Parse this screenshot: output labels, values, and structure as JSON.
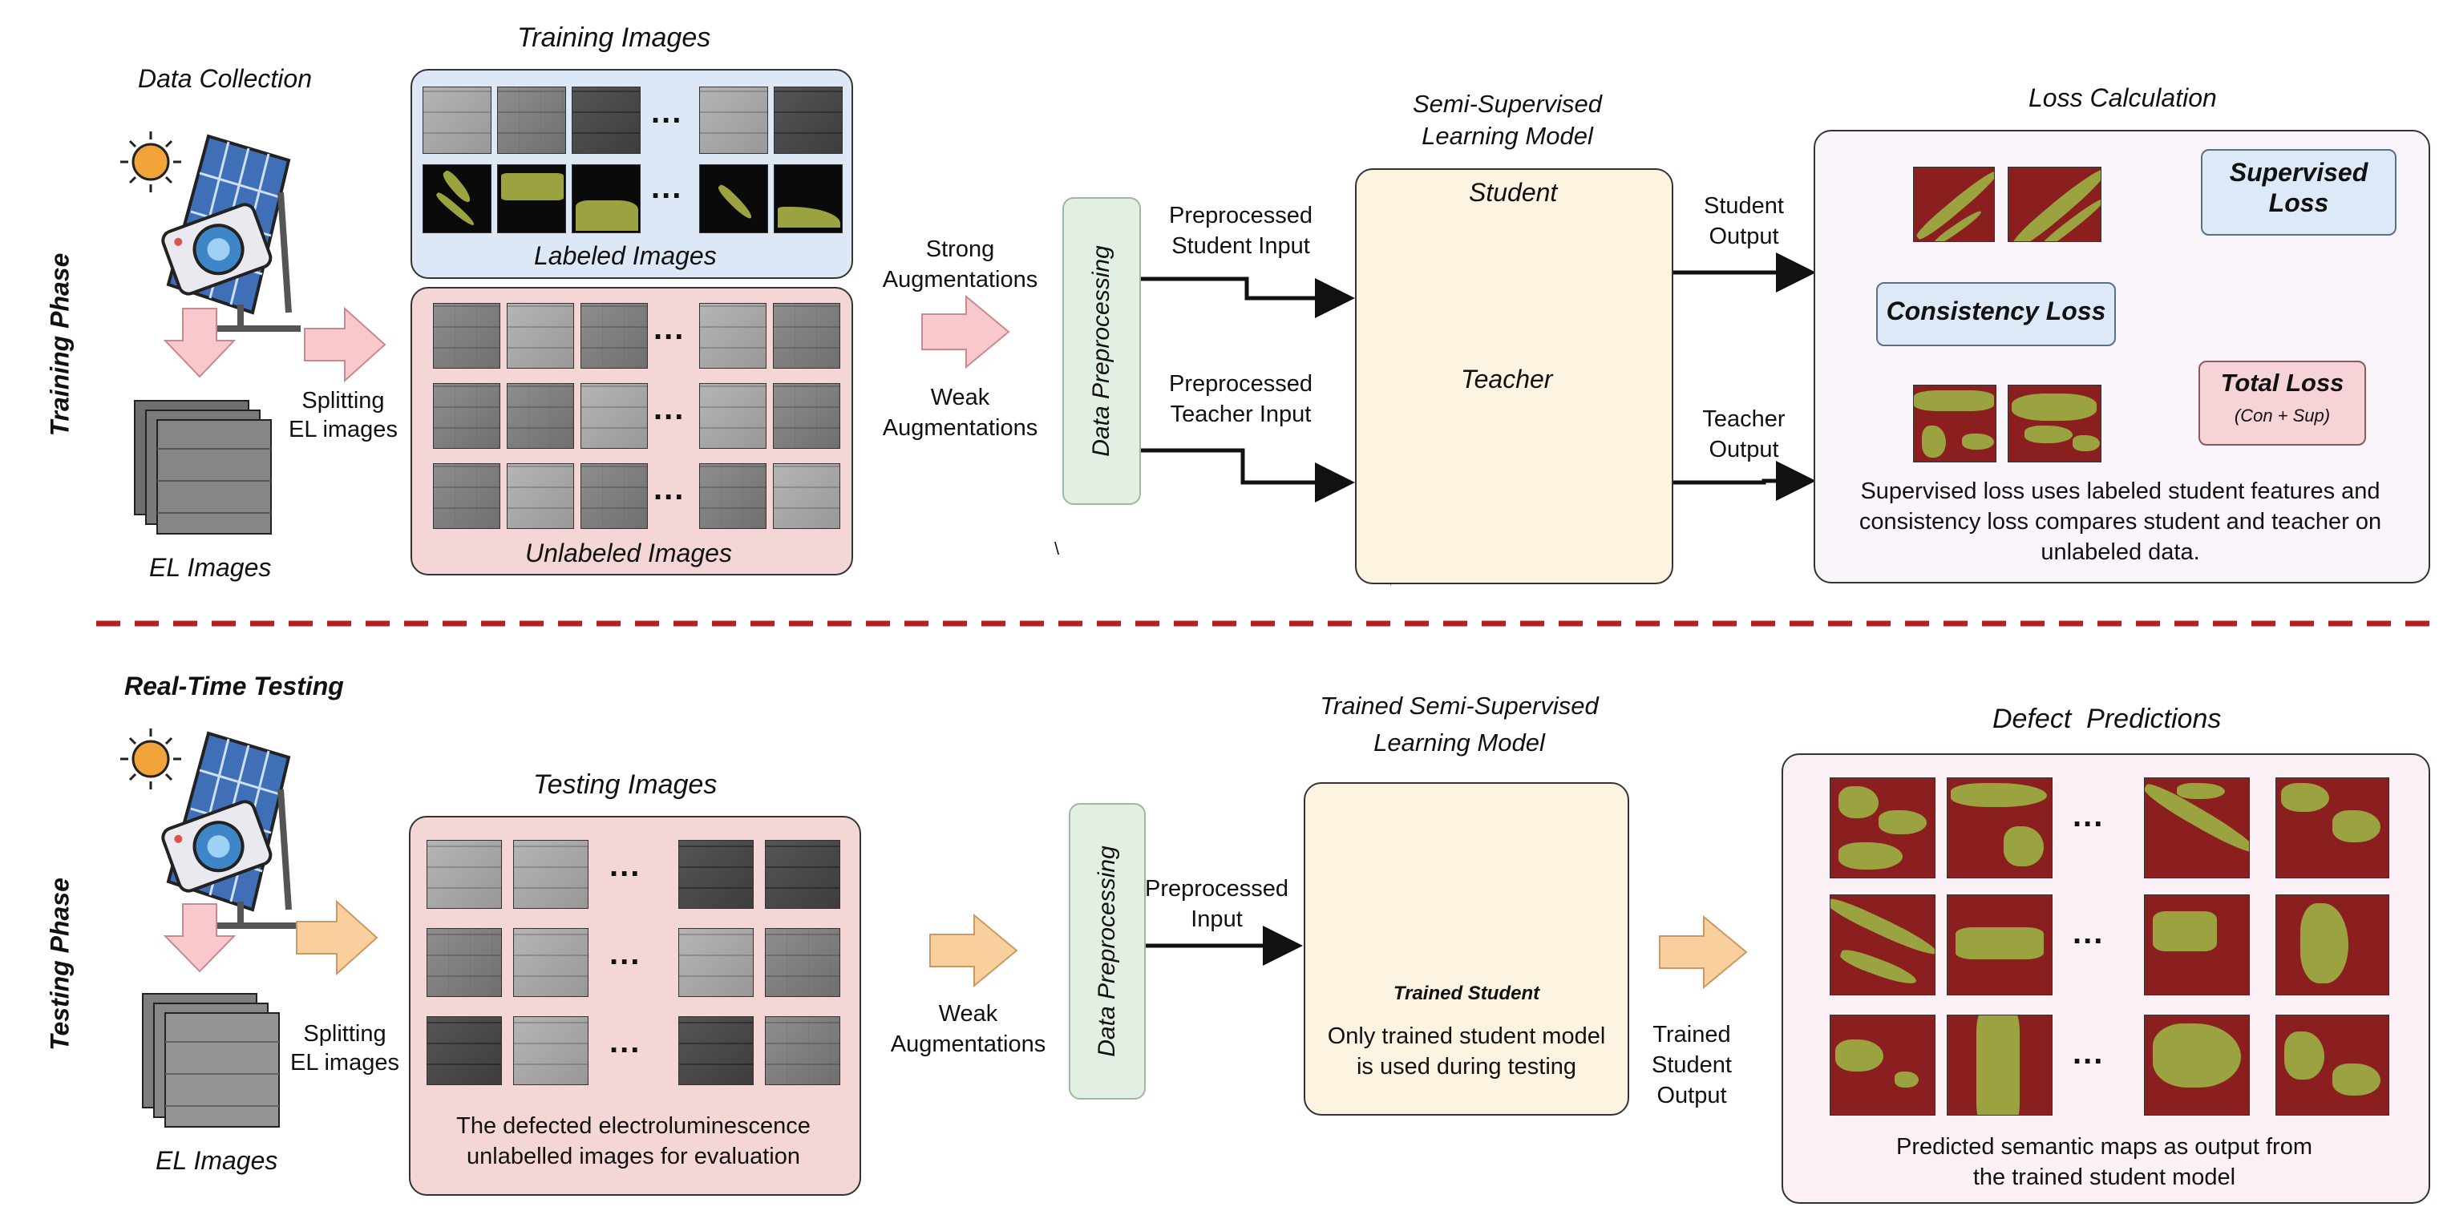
{
  "phases": {
    "training": "Training Phase",
    "testing": "Testing Phase"
  },
  "training": {
    "data_collection": "Data Collection",
    "el_images": "EL Images",
    "splitting": [
      "Splitting",
      "EL images"
    ],
    "training_images_title": "Training Images",
    "labeled_images": "Labeled Images",
    "unlabeled_images": "Unlabeled Images",
    "strong_aug": [
      "Strong",
      "Augmentations"
    ],
    "weak_aug": [
      "Weak",
      "Augmentations"
    ],
    "data_preprocessing": "Data Preprocessing",
    "student_input": [
      "Preprocessed",
      "Student Input"
    ],
    "teacher_input": [
      "Preprocessed",
      "Teacher Input"
    ],
    "model_title": [
      "Semi-Supervised",
      "Learning Model"
    ],
    "student": "Student",
    "teacher": "Teacher",
    "student_output": [
      "Student",
      "Output"
    ],
    "teacher_output": [
      "Teacher",
      "Output"
    ],
    "loss_title": "Loss Calculation",
    "supervised_loss": [
      "Supervised",
      "Loss"
    ],
    "consistency_loss": "Consistency Loss",
    "total_loss": "Total Loss",
    "total_loss_sub": "(Con + Sup)",
    "loss_desc": [
      "Supervised loss uses labeled student features and",
      "consistency loss compares student and teacher on",
      "unlabeled data."
    ],
    "stray_mark": "\\"
  },
  "testing": {
    "real_time": "Real-Time Testing",
    "el_images": "EL Images",
    "splitting": [
      "Splitting",
      "EL images"
    ],
    "testing_images_title": "Testing Images",
    "testing_desc": [
      "The defected electroluminescence",
      "unlabelled images for evaluation"
    ],
    "weak_aug": [
      "Weak",
      "Augmentations"
    ],
    "data_preprocessing": "Data Preprocessing",
    "input": [
      "Preprocessed",
      "Input"
    ],
    "model_title": [
      "Trained Semi-Supervised",
      "Learning Model"
    ],
    "trained_student": "Trained Student",
    "model_desc": [
      "Only trained student model",
      "is used during testing"
    ],
    "output": [
      "Trained",
      "Student",
      "Output"
    ],
    "defect_title": "Defect  Predictions",
    "defect_desc": [
      "Predicted semantic maps as output from",
      "the trained student model"
    ]
  },
  "ellipsis": "...",
  "colors": {
    "labeled_bg": "#dde8f7",
    "unlabeled_bg": "#f4d6d6",
    "model_bg": "#fcf3e0",
    "loss_bg": "#faf5fa",
    "pred_red": "#8b1f1f",
    "pred_green": "#9aa33f",
    "divider": "#b22222",
    "arrow_pink": "#f8c8cc",
    "arrow_orange": "#f9cf9e",
    "network_blue": "#a9c8e2",
    "network_green": "#d6e6d3",
    "loss_node_blue": "#dde9f7",
    "total_loss_pink": "#f6d3d6"
  },
  "icons": [
    "sun-icon",
    "solar-panel-icon",
    "camera-icon"
  ]
}
